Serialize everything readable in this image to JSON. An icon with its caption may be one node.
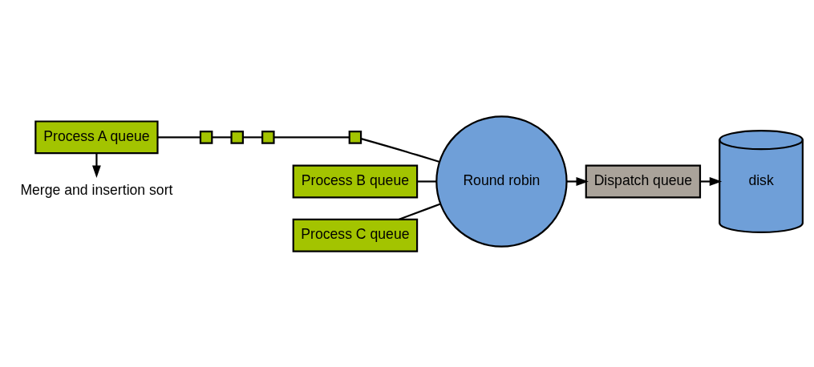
{
  "diagram": {
    "nodes": [
      {
        "text": [
          "Merge and insertion sort"
        ]
      },
      {
        "text": [
          "Process A queue"
        ]
      },
      {
        "text": [],
        "shape": "box"
      },
      {
        "text": [],
        "shape": "box"
      },
      {
        "text": [],
        "shape": "box"
      },
      {
        "text": [],
        "shape": "box"
      },
      {
        "text": [
          "Process B queue"
        ]
      },
      {
        "text": [
          "Process C queue"
        ]
      },
      {
        "text": [
          "Round robin"
        ]
      },
      {
        "text": [
          "Dispatch queue"
        ]
      },
      {
        "text": [
          "disk"
        ]
      }
    ],
    "edges": [
      {
        "from": 1,
        "to": 0,
        "arrow": "to"
      },
      {
        "from": 1,
        "to": 2,
        "arrow": "none"
      },
      {
        "from": 2,
        "to": 3,
        "arrow": "none"
      },
      {
        "from": 3,
        "to": 4,
        "arrow": "none"
      },
      {
        "from": 4,
        "to": 5,
        "arrow": "none"
      },
      {
        "from": 5,
        "to": 8,
        "arrow": "none"
      },
      {
        "from": 6,
        "to": 8,
        "arrow": "none"
      },
      {
        "from": 7,
        "to": 8,
        "arrow": "none"
      },
      {
        "from": 8,
        "to": 9,
        "arrow": "to"
      },
      {
        "from": 9,
        "to": 10,
        "arrow": "to"
      }
    ]
  }
}
